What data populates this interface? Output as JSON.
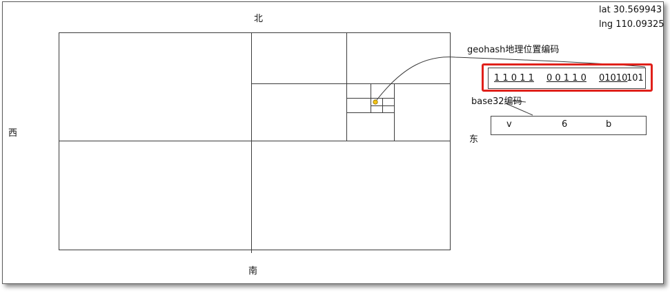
{
  "coords": {
    "lat": "lat 30.569943",
    "lng": "lng 110.09325"
  },
  "compass": {
    "north": "北",
    "south": "南",
    "west": "西",
    "east": "东"
  },
  "geohash_label": "geohash地理位置编码",
  "bit_groups": [
    "1 1 0 1 1",
    "0 0 1 1 0",
    "01010",
    "101"
  ],
  "base32_label": "base32编码",
  "base32_chars": [
    "v",
    "6",
    "b"
  ],
  "colors": {
    "highlight": "#e0201a",
    "point": "#f2c316",
    "lines": "#3a3a3a"
  }
}
